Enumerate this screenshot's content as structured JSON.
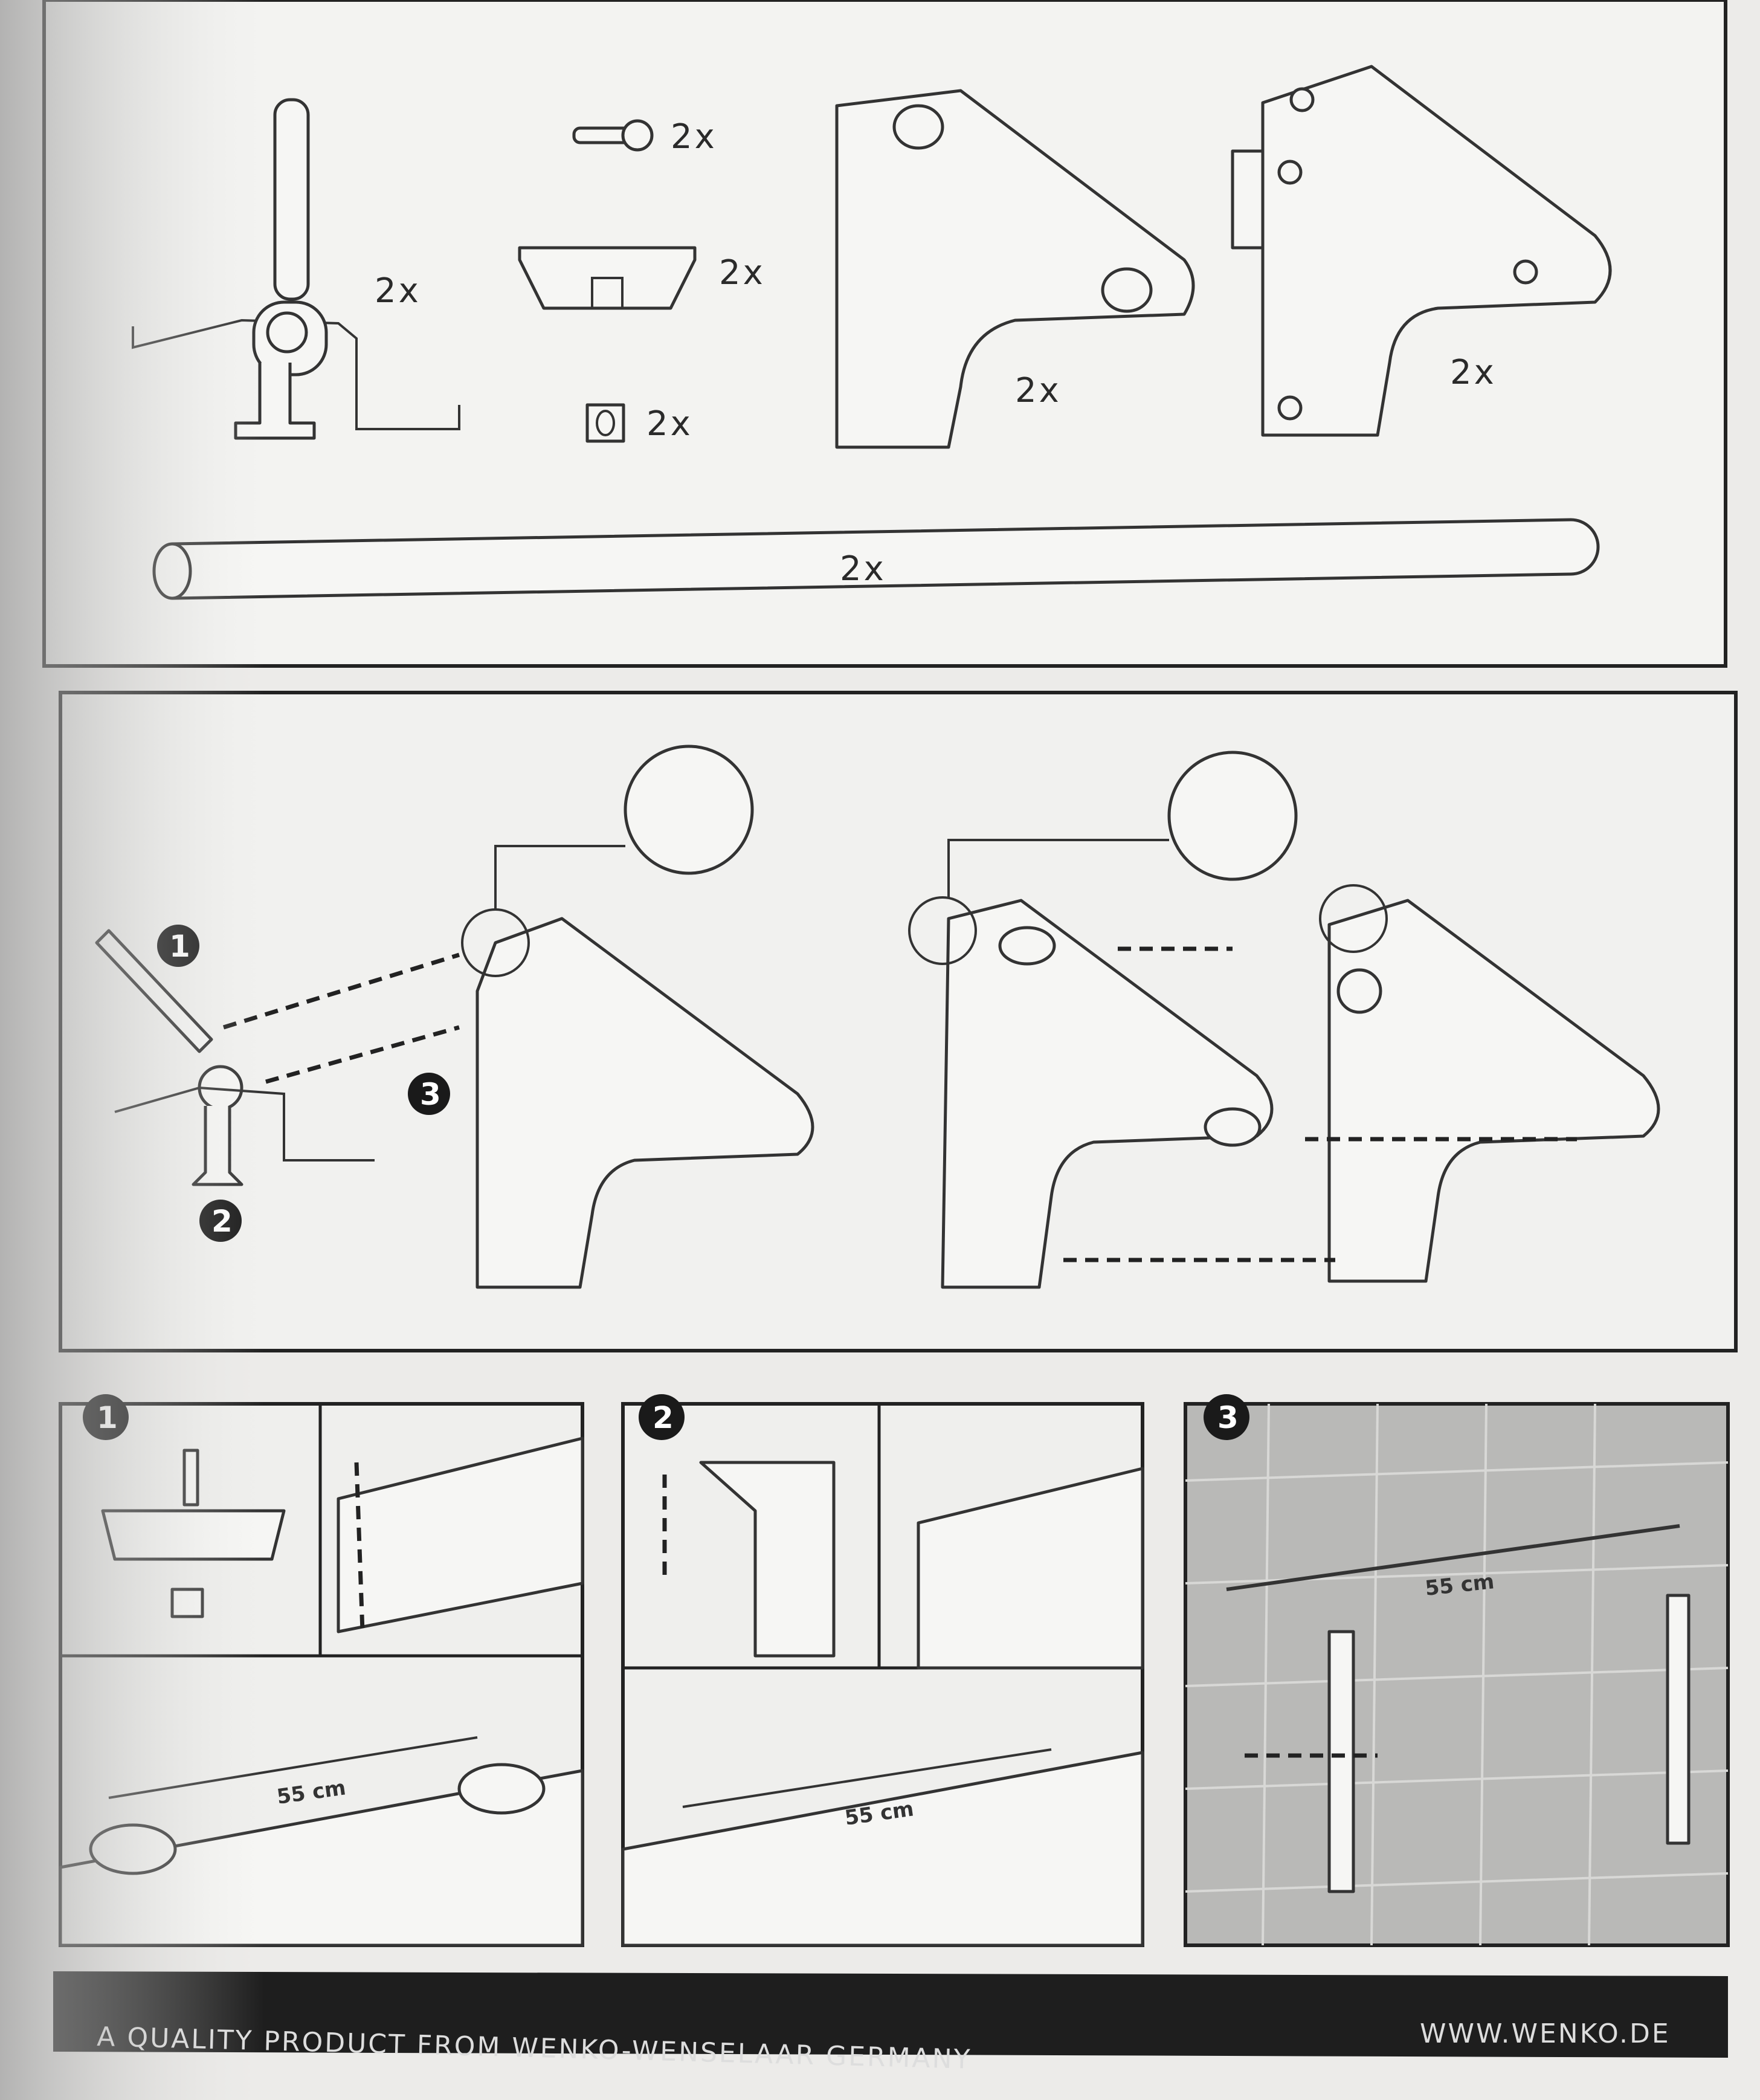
{
  "parts": {
    "bracket_qty": "2x",
    "screw_qty": "2x",
    "clip_qty": "2x",
    "nut_qty": "2x",
    "arm_left_qty": "2x",
    "arm_right_qty": "2x",
    "rod_qty": "2x"
  },
  "assembly": {
    "step_1": "1",
    "step_2": "2",
    "step_3": "3"
  },
  "steps": [
    {
      "number": "1",
      "measure": "55 cm"
    },
    {
      "number": "2",
      "measure": "55 cm"
    },
    {
      "number": "3",
      "measure": "55 cm"
    }
  ],
  "footer": {
    "tagline": "A QUALITY PRODUCT FROM WENKO-WENSELAAR GERMANY",
    "website": "WWW.WENKO.DE"
  }
}
